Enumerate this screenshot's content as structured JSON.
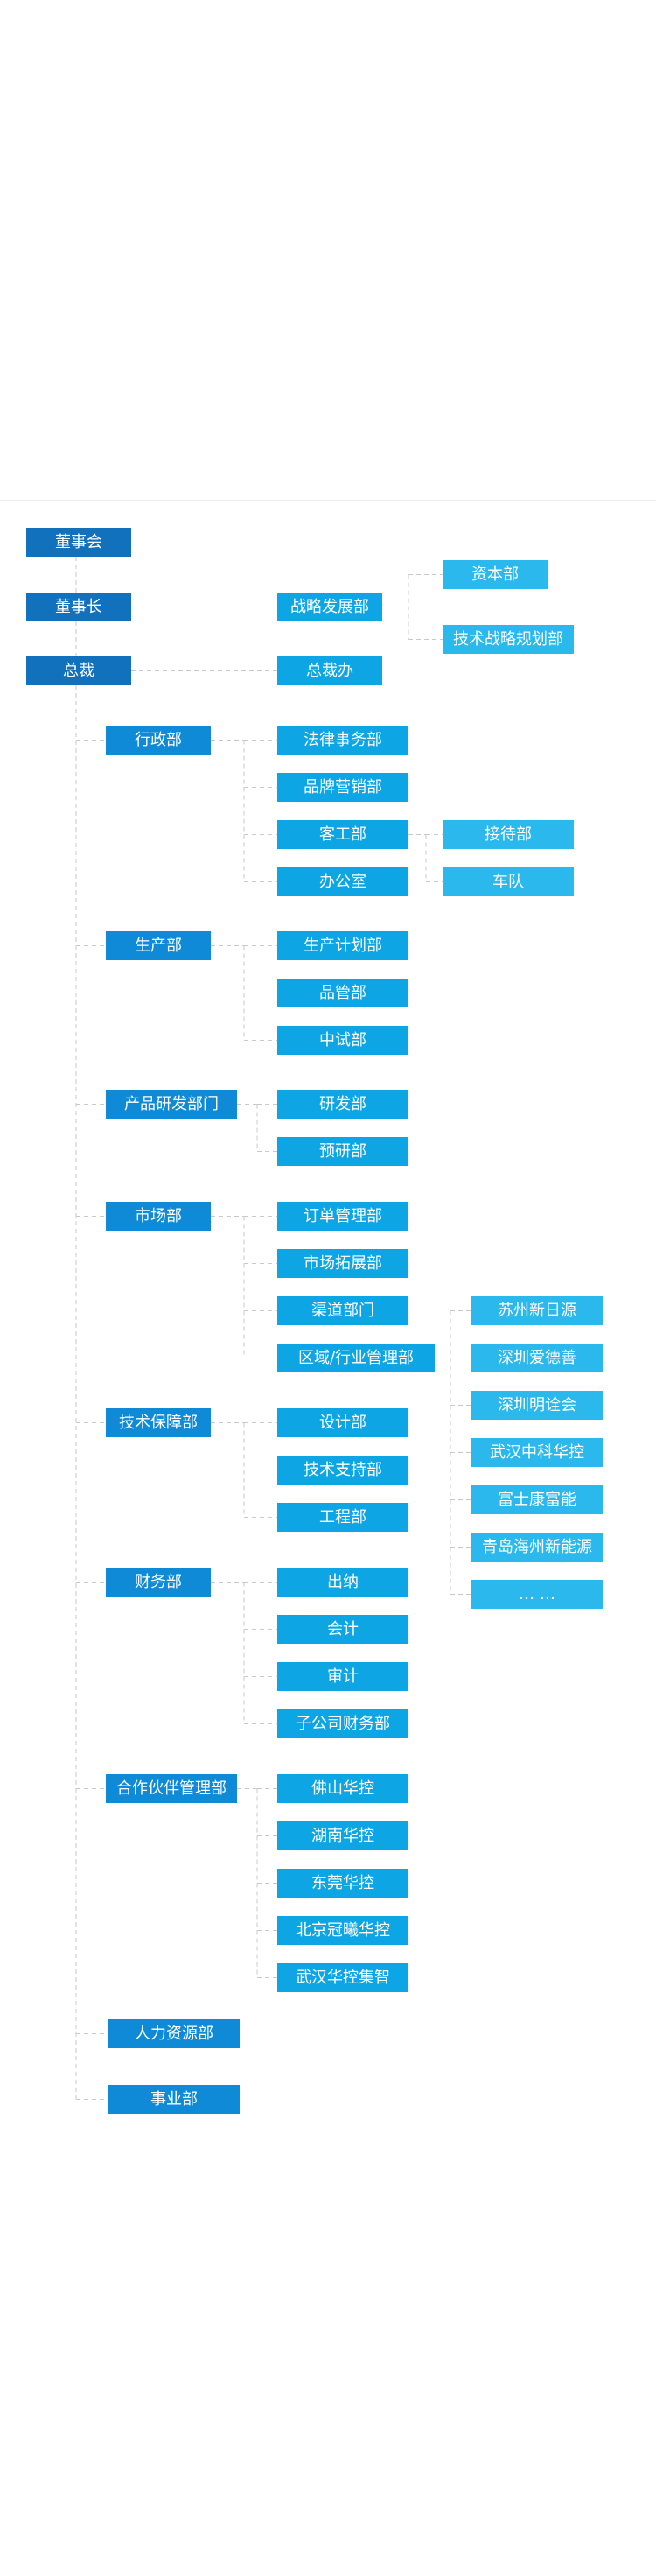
{
  "org_chart": {
    "nodes": [
      {
        "id": "board",
        "label": "董事会",
        "level": "top"
      },
      {
        "id": "chairman",
        "label": "董事长",
        "level": "top"
      },
      {
        "id": "president",
        "label": "总裁",
        "level": "top"
      },
      {
        "id": "strategy",
        "label": "战略发展部",
        "level": "sub"
      },
      {
        "id": "capital",
        "label": "资本部",
        "level": "leaf"
      },
      {
        "id": "tech-strategy",
        "label": "技术战略规划部",
        "level": "leaf"
      },
      {
        "id": "president-office",
        "label": "总裁办",
        "level": "sub"
      },
      {
        "id": "admin",
        "label": "行政部",
        "level": "dept"
      },
      {
        "id": "legal",
        "label": "法律事务部",
        "level": "sub"
      },
      {
        "id": "brand",
        "label": "品牌营销部",
        "level": "sub"
      },
      {
        "id": "guest",
        "label": "客工部",
        "level": "sub"
      },
      {
        "id": "office",
        "label": "办公室",
        "level": "sub"
      },
      {
        "id": "reception",
        "label": "接待部",
        "level": "leaf"
      },
      {
        "id": "fleet",
        "label": "车队",
        "level": "leaf"
      },
      {
        "id": "production",
        "label": "生产部",
        "level": "dept"
      },
      {
        "id": "prod-plan",
        "label": "生产计划部",
        "level": "sub"
      },
      {
        "id": "quality",
        "label": "品管部",
        "level": "sub"
      },
      {
        "id": "pilot",
        "label": "中试部",
        "level": "sub"
      },
      {
        "id": "rnd",
        "label": "产品研发部门",
        "level": "dept"
      },
      {
        "id": "research",
        "label": "研发部",
        "level": "sub"
      },
      {
        "id": "pre-research",
        "label": "预研部",
        "level": "sub"
      },
      {
        "id": "market",
        "label": "市场部",
        "level": "dept"
      },
      {
        "id": "orders",
        "label": "订单管理部",
        "level": "sub"
      },
      {
        "id": "expansion",
        "label": "市场拓展部",
        "level": "sub"
      },
      {
        "id": "channel",
        "label": "渠道部门",
        "level": "sub"
      },
      {
        "id": "regional",
        "label": "区域/行业管理部",
        "level": "sub"
      },
      {
        "id": "suzhou",
        "label": "苏州新日源",
        "level": "leaf"
      },
      {
        "id": "shenzhen-ade",
        "label": "深圳爱德善",
        "level": "leaf"
      },
      {
        "id": "shenzhen-mtg",
        "label": "深圳明诠会",
        "level": "leaf"
      },
      {
        "id": "wuhan-zk",
        "label": "武汉中科华控",
        "level": "leaf"
      },
      {
        "id": "fushi",
        "label": "富士康富能",
        "level": "leaf"
      },
      {
        "id": "qingdao",
        "label": "青岛海州新能源",
        "level": "leaf"
      },
      {
        "id": "more",
        "label": "… …",
        "level": "leaf"
      },
      {
        "id": "tech-support",
        "label": "技术保障部",
        "level": "dept"
      },
      {
        "id": "design",
        "label": "设计部",
        "level": "sub"
      },
      {
        "id": "tech-assist",
        "label": "技术支持部",
        "level": "sub"
      },
      {
        "id": "engineering",
        "label": "工程部",
        "level": "sub"
      },
      {
        "id": "finance",
        "label": "财务部",
        "level": "dept"
      },
      {
        "id": "cashier",
        "label": "出纳",
        "level": "sub"
      },
      {
        "id": "accounting",
        "label": "会计",
        "level": "sub"
      },
      {
        "id": "audit",
        "label": "审计",
        "level": "sub"
      },
      {
        "id": "sub-finance",
        "label": "子公司财务部",
        "level": "sub"
      },
      {
        "id": "partners",
        "label": "合作伙伴管理部",
        "level": "dept"
      },
      {
        "id": "foshan",
        "label": "佛山华控",
        "level": "sub"
      },
      {
        "id": "hunan",
        "label": "湖南华控",
        "level": "sub"
      },
      {
        "id": "dongguan",
        "label": "东莞华控",
        "level": "sub"
      },
      {
        "id": "beijing",
        "label": "北京冠曦华控",
        "level": "sub"
      },
      {
        "id": "wuhan-jz",
        "label": "武汉华控集智",
        "level": "sub"
      },
      {
        "id": "hr",
        "label": "人力资源部",
        "level": "dept"
      },
      {
        "id": "business",
        "label": "事业部",
        "level": "dept"
      }
    ],
    "edges": [
      [
        "board",
        "chairman"
      ],
      [
        "chairman",
        "president"
      ],
      [
        "chairman",
        "strategy"
      ],
      [
        "strategy",
        "capital"
      ],
      [
        "strategy",
        "tech-strategy"
      ],
      [
        "president",
        "president-office"
      ],
      [
        "president",
        "admin"
      ],
      [
        "president",
        "production"
      ],
      [
        "president",
        "rnd"
      ],
      [
        "president",
        "market"
      ],
      [
        "president",
        "tech-support"
      ],
      [
        "president",
        "finance"
      ],
      [
        "president",
        "partners"
      ],
      [
        "president",
        "hr"
      ],
      [
        "president",
        "business"
      ],
      [
        "admin",
        "legal"
      ],
      [
        "admin",
        "brand"
      ],
      [
        "admin",
        "guest"
      ],
      [
        "admin",
        "office"
      ],
      [
        "guest",
        "reception"
      ],
      [
        "guest",
        "fleet"
      ],
      [
        "production",
        "prod-plan"
      ],
      [
        "production",
        "quality"
      ],
      [
        "production",
        "pilot"
      ],
      [
        "rnd",
        "research"
      ],
      [
        "rnd",
        "pre-research"
      ],
      [
        "market",
        "orders"
      ],
      [
        "market",
        "expansion"
      ],
      [
        "market",
        "channel"
      ],
      [
        "market",
        "regional"
      ],
      [
        "regional",
        "suzhou"
      ],
      [
        "regional",
        "shenzhen-ade"
      ],
      [
        "regional",
        "shenzhen-mtg"
      ],
      [
        "regional",
        "wuhan-zk"
      ],
      [
        "regional",
        "fushi"
      ],
      [
        "regional",
        "qingdao"
      ],
      [
        "regional",
        "more"
      ],
      [
        "tech-support",
        "design"
      ],
      [
        "tech-support",
        "tech-assist"
      ],
      [
        "tech-support",
        "engineering"
      ],
      [
        "finance",
        "cashier"
      ],
      [
        "finance",
        "accounting"
      ],
      [
        "finance",
        "audit"
      ],
      [
        "finance",
        "sub-finance"
      ],
      [
        "partners",
        "foshan"
      ],
      [
        "partners",
        "hunan"
      ],
      [
        "partners",
        "dongguan"
      ],
      [
        "partners",
        "beijing"
      ],
      [
        "partners",
        "wuhan-jz"
      ]
    ]
  },
  "colors": {
    "top": "#1171bd",
    "dept": "#0e8ad7",
    "sub": "#0ea5e5",
    "leaf": "#2bb8ec",
    "connector": "#c9c9c9",
    "divider": "#ececec",
    "background": "#ffffff"
  }
}
